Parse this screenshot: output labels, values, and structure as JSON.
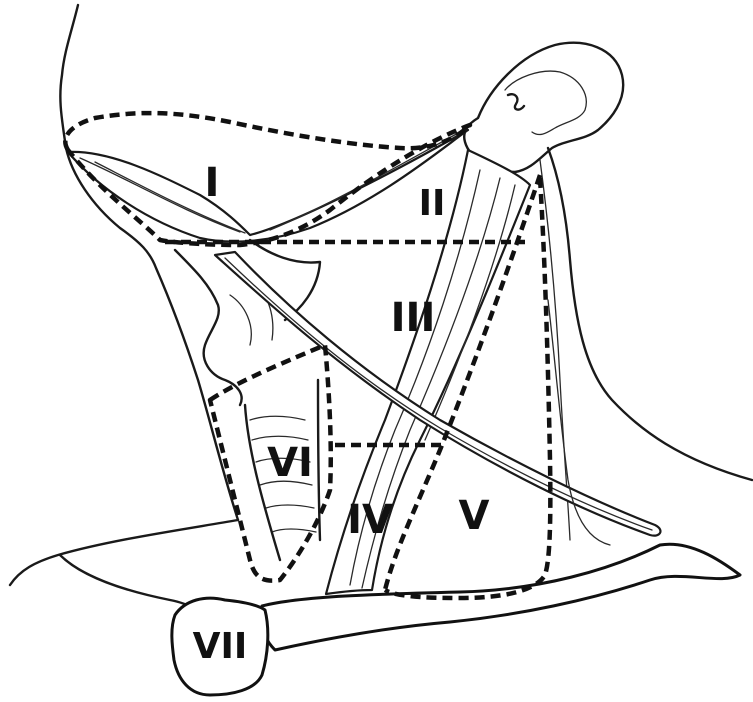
{
  "levels": [
    {
      "id": "I",
      "label": "I"
    },
    {
      "id": "II",
      "label": "II"
    },
    {
      "id": "III",
      "label": "III"
    },
    {
      "id": "IV",
      "label": "IV"
    },
    {
      "id": "V",
      "label": "V"
    },
    {
      "id": "VI",
      "label": "VI"
    },
    {
      "id": "VII",
      "label": "VII"
    }
  ]
}
